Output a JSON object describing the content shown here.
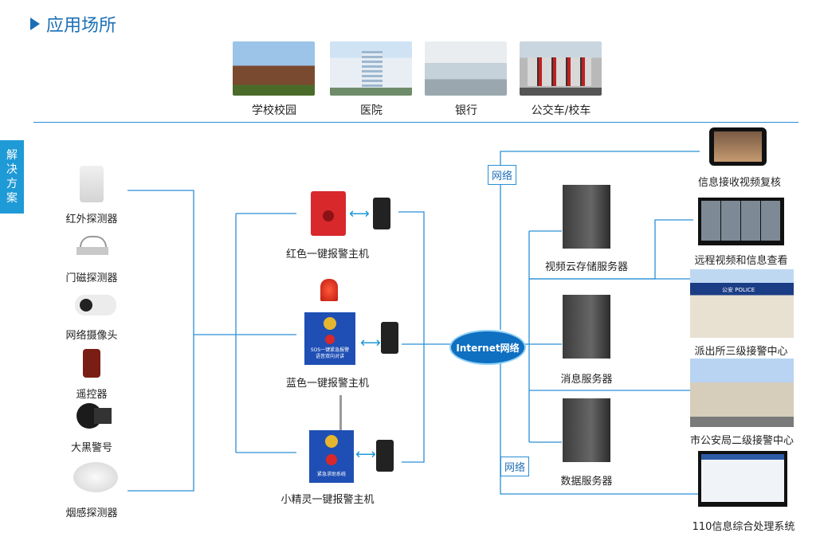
{
  "header": {
    "title": "应用场所",
    "side_tab": [
      "解",
      "决",
      "方",
      "案"
    ]
  },
  "venues": [
    {
      "label": "学校校园",
      "icon": "school-photo"
    },
    {
      "label": "医院",
      "icon": "hospital-photo"
    },
    {
      "label": "银行",
      "icon": "bank-photo"
    },
    {
      "label": "公交车/校车",
      "icon": "bus-photo"
    }
  ],
  "sensors": [
    {
      "label": "红外探测器",
      "icon": "infrared-detector-icon"
    },
    {
      "label": "门磁探测器",
      "icon": "door-magnet-icon"
    },
    {
      "label": "网络摄像头",
      "icon": "network-camera-icon"
    },
    {
      "label": "遥控器",
      "icon": "remote-control-icon"
    },
    {
      "label": "大黑警号",
      "icon": "siren-horn-icon"
    },
    {
      "label": "烟感探测器",
      "icon": "smoke-detector-icon"
    }
  ],
  "hosts": [
    {
      "label": "红色一键报警主机",
      "color": "#d8282c"
    },
    {
      "label": "蓝色一键报警主机",
      "color": "#1f4fb4",
      "panel_lines": [
        "SOS一键紧急报警",
        "语音双向对讲"
      ]
    },
    {
      "label": "小精灵一键报警主机",
      "color": "#1f4fb4",
      "panel_lines": [
        "紧急求助系统"
      ]
    }
  ],
  "network": {
    "center": "Internet网络",
    "link_label_top": "网络",
    "link_label_bottom": "网络"
  },
  "servers": [
    {
      "label": "视频云存储服务器"
    },
    {
      "label": "消息服务器"
    },
    {
      "label": "数据服务器"
    }
  ],
  "endpoints": [
    {
      "label": "信息接收视频复核",
      "icon": "tablet-icon"
    },
    {
      "label": "远程视频和信息查看",
      "icon": "monitor-wall-icon"
    },
    {
      "label": "派出所三级接警中心",
      "icon": "police-station-photo",
      "sign": "公安 POLICE"
    },
    {
      "label": "市公安局二级接警中心",
      "icon": "city-police-photo"
    },
    {
      "label": "110信息综合处理系统",
      "icon": "system-monitor-icon"
    }
  ],
  "colors": {
    "accent": "#1b6fb5",
    "line": "#2a8fd6",
    "red": "#d8282c",
    "blue_host": "#1f4fb4"
  }
}
